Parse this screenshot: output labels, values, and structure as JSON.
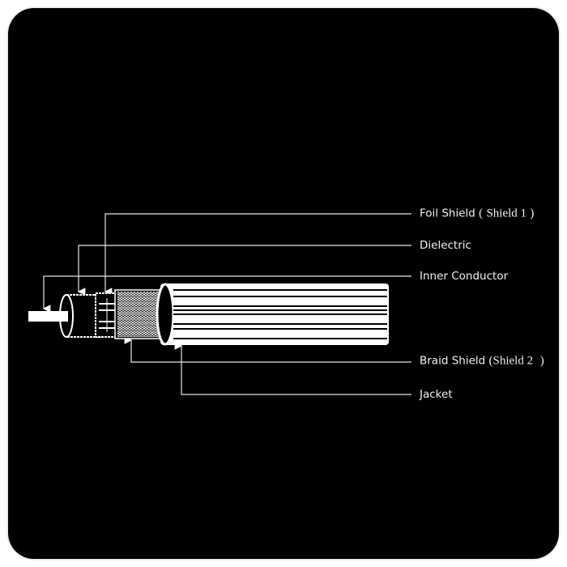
{
  "labels": {
    "foil": {
      "main": "Foil Shield",
      "open": "(",
      "sub": "Shield 1",
      "close": ")"
    },
    "dielectric": "Dielectric",
    "inner": "Inner Conductor",
    "braid": {
      "main": "Braid Shield",
      "open": "(",
      "sub": "Shield 2",
      "close": ")"
    },
    "jacket": "Jacket"
  }
}
